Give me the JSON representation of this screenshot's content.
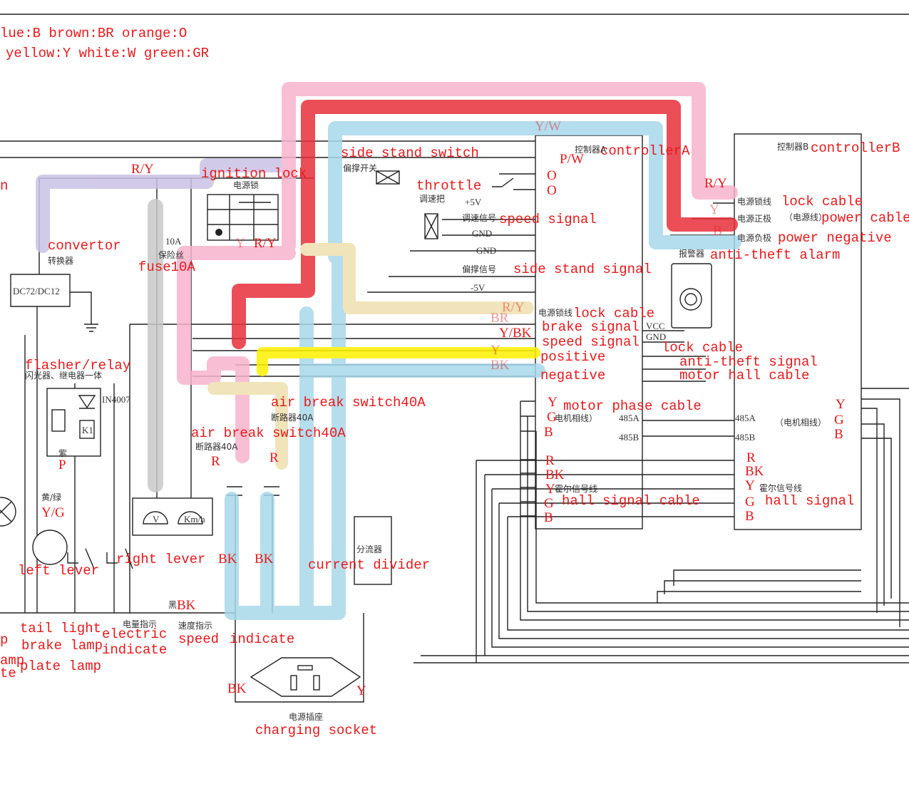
{
  "legend": {
    "line1": "lue:B  brown:BR  orange:O",
    "line2": "yellow:Y  white:W  green:GR"
  },
  "highlight_colors": {
    "pink": "#f7b3cc",
    "red": "#e8303a",
    "light_blue": "#a8d8ea",
    "lavender": "#c9c2e6",
    "gray": "#c8c8c8",
    "yellow": "#fff200",
    "tan": "#efe0b0"
  },
  "labels": {
    "side_stand_switch": "side stand switch",
    "ignition_lock": "ignition lock",
    "throttle": "throttle",
    "speed_signal": "speed signal",
    "convertor": "convertor",
    "fuse": "fuse10A",
    "side_stand_signal": "side stand signal",
    "flasher_relay": "flasher/relay",
    "air_break_1": "air break switch40A",
    "air_break_2": "air break switch40A",
    "right_lever": "right lever",
    "left_lever": "left lever",
    "current_divider": "current divider",
    "tail_light": "tail light",
    "brake_lamp": "brake lamp",
    "plate_lamp": "plate lamp",
    "electric": "electric",
    "indicate_1": "indicate",
    "speed": "speed",
    "indicate_2": "indicate",
    "charging_socket": "charging socket",
    "controller_a": "controllerA",
    "controller_b": "controllerB",
    "lock_cable_b": "lock cable",
    "power_cable": "power cable",
    "power_negative": "power negative",
    "anti_theft_alarm": "anti-theft alarm",
    "lock_cable_a": "lock cable",
    "brake_signal": "brake signal",
    "speed_signal_a": "speed signal",
    "positive": "positive",
    "negative": "negative",
    "lock_cable_alarm": "lock cable",
    "anti_theft_signal": "anti-theft signal",
    "motor_hall_cable": "motor hall cable",
    "motor_phase_cable": "motor phase cable",
    "hall_signal_cable": "hall signal cable",
    "hall_signal": "hall signal",
    "left_cut_n": "n",
    "left_cut_p": "p",
    "left_cut_amp": "amp",
    "left_cut_te": "te"
  },
  "wire_codes": {
    "yw": "Y/W",
    "pw": "P/W",
    "o1": "O",
    "o2": "O",
    "ry_b": "R/Y",
    "y_b": "Y",
    "b_b": "B",
    "ry_left": "R/Y",
    "ry_lock": "R/Y",
    "y_lock": "Y",
    "ry_a": "R/Y",
    "br_a": "BR",
    "ybk_a": "Y/BK",
    "y_a": "Y",
    "bk_a": "BK",
    "ya_y": "Y",
    "ya_g": "G",
    "ya_b": "B",
    "ha_r": "R",
    "ha_bk": "BK",
    "ha_y": "Y",
    "ha_g": "G",
    "ha_b": "B",
    "hb_r": "R",
    "hb_bk": "BK",
    "hb_y": "Y",
    "hb_g": "G",
    "hb_b": "B",
    "pb_y": "Y",
    "pb_g": "G",
    "pb_b": "B",
    "p": "P",
    "yg": "Y/G",
    "bk_ind": "BK",
    "bk1": "BK",
    "bk2": "BK",
    "r1": "R",
    "r2": "R",
    "bk_sock": "BK",
    "y_sock": "Y",
    "a485a": "485A",
    "a485b": "485B",
    "b485a": "485A",
    "b485b": "485B"
  },
  "component_text": {
    "dc_converter": "DC72/DC12",
    "diode": "IN4007",
    "relay": "K1",
    "plus5v": "+5V",
    "gnd1": "GND",
    "gnd2": "GND",
    "minus5v": "-5V",
    "vcc": "VCC",
    "gnd3": "GND",
    "fuse_rating": "10A",
    "voltmeter": "V",
    "speedometer": "Km/h"
  },
  "chinese_labels": {
    "power_lock": "电源锁",
    "side_stand": "偏撑开关",
    "throttle": "调速把",
    "speed_sig": "调速信号",
    "side_sig": "偏撑信号",
    "converter": "转换器",
    "fuse": "保险丝",
    "flasher": "闪光器、继电器一体",
    "breaker1": "断路器40A",
    "breaker2": "断路器40A",
    "divider": "分流器",
    "socket": "电源插座",
    "ctrl_a": "控制器A",
    "ctrl_b": "控制器B",
    "alarm": "报警器",
    "lock_line_b": "电源锁线",
    "pos_b": "电源正极",
    "pos_b_note": "（电源线）",
    "neg_b": "电源负极",
    "lock_line_a": "电源锁线",
    "phase_a": "电机相线）",
    "phase_b": "（电机相线）",
    "hall_a": "霍尔信号线",
    "hall_b": "霍尔信号线",
    "power_ind": "电量指示",
    "speed_ind": "速度指示",
    "purple": "紫",
    "yellow_green": "黄/绿",
    "black": "黑"
  }
}
